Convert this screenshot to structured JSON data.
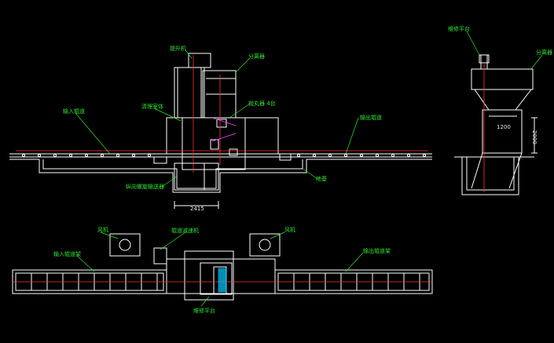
{
  "drawing": {
    "colors": {
      "background": "#000000",
      "outline": "#ffffff",
      "label": "#2ee62e",
      "centerline": "#ff3030",
      "accent_cyan": "#00c8ff",
      "accent_magenta": "#ff40ff"
    },
    "front_view": {
      "labels": {
        "hoist": "提升机",
        "separator": "分离器",
        "blast_chamber": "清理室体",
        "shot_blaster": "抛丸器 4台",
        "input_roller": "输入辊道",
        "output_roller": "输出辊道",
        "screw_conveyor": "纵向螺旋输送器",
        "pit": "地基"
      },
      "dimension": "2415"
    },
    "side_view": {
      "labels": {
        "maintenance_platform": "维修平台",
        "separator": "分离器"
      },
      "dimension_width": "1200",
      "dimension_height": "2000"
    },
    "top_view": {
      "labels": {
        "fan_left": "风机",
        "fan_right": "风机",
        "roller_reducer": "辊道减速机",
        "input_roller_frame": "输入辊道架",
        "output_roller_frame": "输出辊道架",
        "maintenance_platform": "维修平台"
      }
    }
  }
}
